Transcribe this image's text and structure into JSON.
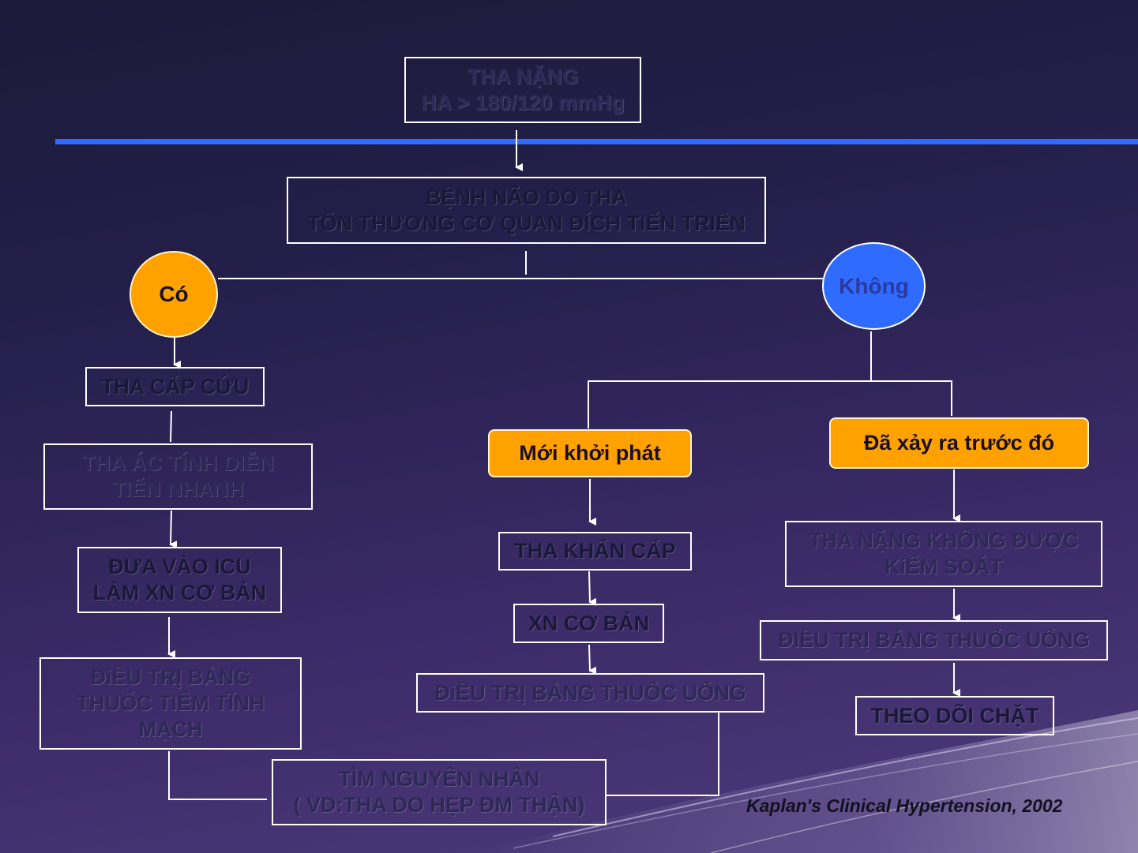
{
  "nodes": {
    "root": "THA NẶNG\nHA > 180/120 mmHg",
    "encephalopathy": "BỆNH NÃO DO THA\nTỔN THƯƠNG CƠ QUAN ĐÍCH TIẾN TRIỂN",
    "yes": "Có",
    "no": "Không",
    "emergency": "THA CẤP CỨU",
    "malignant": "THA ÁC TÍNH DIỄN\nTIẾN NHANH",
    "icu": "ĐƯA VÀO ICU\nLÀM XN CƠ BẢN",
    "iv_treatment": "ĐiỀU TRỊ BẰNG\nTHUỐC TIÊM TĨNH\nMẠCH",
    "new_onset": "Mới khởi phát",
    "previous": "Đã xảy ra trước đó",
    "urgency": "THA KHẨN CẤP",
    "basic_tests": "XN CƠ BẢN",
    "oral_treatment_mid": "ĐiỀU TRỊ BẰNG THUỐC UỐNG",
    "uncontrolled": "THA NẶNG KHÔNG ĐƯỢC\nKiỂM SOÁT",
    "oral_treatment_right": "ĐIỀU TRỊ BẰNG THUỐC UỐNG",
    "monitor": "THEO DÕI CHẶT",
    "find_cause": "TÌM NGUYÊN NHÂN\n( VD:THA DO HẸP ĐM THẬN)"
  },
  "credit": "Kaplan's Clinical Hypertension, 2002",
  "colors": {
    "accent_line": "#2f6bff",
    "yes_circle": "#ffa200",
    "no_circle": "#2f6bff",
    "orange_box": "#ffa200"
  }
}
